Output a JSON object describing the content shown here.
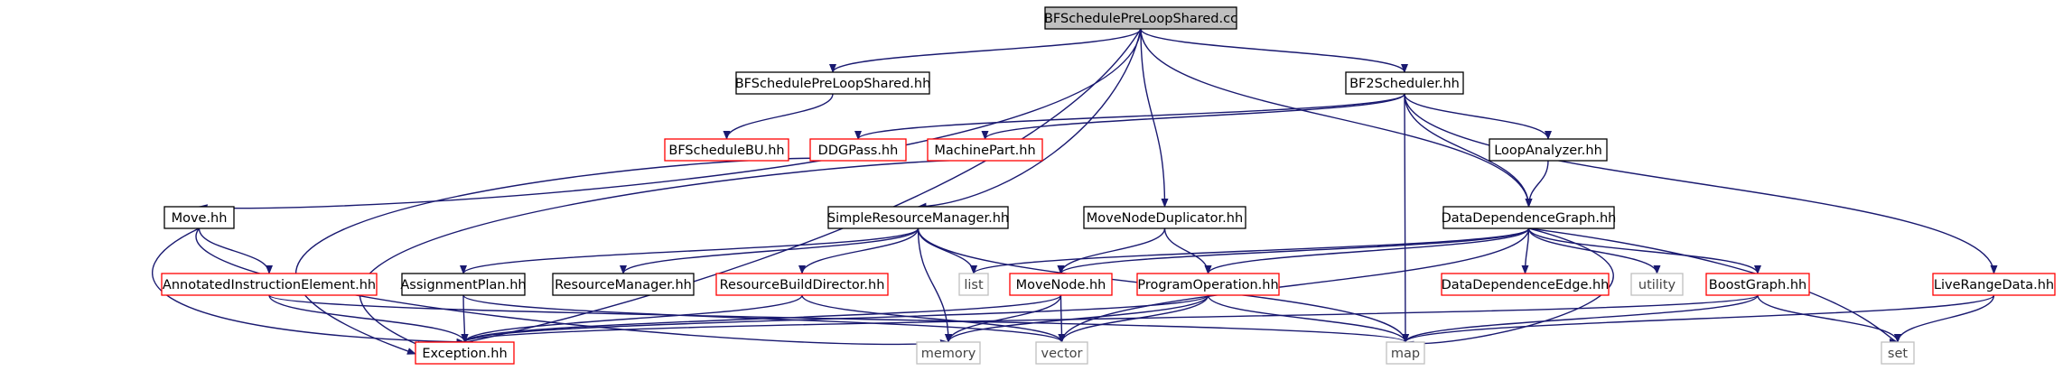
{
  "colors": {
    "root_fill": "#bfbfbf",
    "normal_border": "#000000",
    "truncated_border": "#ff0000",
    "system_border": "#bfbfbf",
    "edge": "#191970"
  },
  "nodes": [
    {
      "id": "root",
      "label": "BFSchedulePreLoopShared.cc",
      "kind": "root"
    },
    {
      "id": "bfsplsh",
      "label": "BFSchedulePreLoopShared.hh",
      "kind": "normal"
    },
    {
      "id": "bf2s",
      "label": "BF2Scheduler.hh",
      "kind": "normal"
    },
    {
      "id": "bfsbu",
      "label": "BFScheduleBU.hh",
      "kind": "truncated"
    },
    {
      "id": "ddgpass",
      "label": "DDGPass.hh",
      "kind": "truncated"
    },
    {
      "id": "machinepart",
      "label": "MachinePart.hh",
      "kind": "truncated"
    },
    {
      "id": "loopan",
      "label": "LoopAnalyzer.hh",
      "kind": "normal"
    },
    {
      "id": "movehh",
      "label": "Move.hh",
      "kind": "normal"
    },
    {
      "id": "srm",
      "label": "SimpleResourceManager.hh",
      "kind": "normal"
    },
    {
      "id": "mnd",
      "label": "MoveNodeDuplicator.hh",
      "kind": "normal"
    },
    {
      "id": "ddg",
      "label": "DataDependenceGraph.hh",
      "kind": "normal"
    },
    {
      "id": "aie",
      "label": "AnnotatedInstructionElement.hh",
      "kind": "truncated"
    },
    {
      "id": "ap",
      "label": "AssignmentPlan.hh",
      "kind": "normal"
    },
    {
      "id": "rm",
      "label": "ResourceManager.hh",
      "kind": "normal"
    },
    {
      "id": "rbd",
      "label": "ResourceBuildDirector.hh",
      "kind": "truncated"
    },
    {
      "id": "list",
      "label": "list",
      "kind": "system"
    },
    {
      "id": "movenode",
      "label": "MoveNode.hh",
      "kind": "truncated"
    },
    {
      "id": "progop",
      "label": "ProgramOperation.hh",
      "kind": "truncated"
    },
    {
      "id": "dde",
      "label": "DataDependenceEdge.hh",
      "kind": "truncated"
    },
    {
      "id": "utility",
      "label": "utility",
      "kind": "system"
    },
    {
      "id": "boostg",
      "label": "BoostGraph.hh",
      "kind": "truncated"
    },
    {
      "id": "lrd",
      "label": "LiveRangeData.hh",
      "kind": "truncated"
    },
    {
      "id": "exc",
      "label": "Exception.hh",
      "kind": "truncated"
    },
    {
      "id": "memory",
      "label": "memory",
      "kind": "system"
    },
    {
      "id": "vector",
      "label": "vector",
      "kind": "system"
    },
    {
      "id": "map",
      "label": "map",
      "kind": "system"
    },
    {
      "id": "set",
      "label": "set",
      "kind": "system"
    }
  ],
  "edges": [
    [
      "root",
      "bfsplsh"
    ],
    [
      "root",
      "bf2s"
    ],
    [
      "root",
      "ddg"
    ],
    [
      "root",
      "movehh"
    ],
    [
      "root",
      "srm"
    ],
    [
      "root",
      "mnd"
    ],
    [
      "root",
      "exc"
    ],
    [
      "bfsplsh",
      "bfsbu"
    ],
    [
      "bf2s",
      "ddgpass"
    ],
    [
      "bf2s",
      "machinepart"
    ],
    [
      "bf2s",
      "loopan"
    ],
    [
      "bf2s",
      "ddg"
    ],
    [
      "bf2s",
      "map"
    ],
    [
      "bf2s",
      "lrd"
    ],
    [
      "ddgpass",
      "exc"
    ],
    [
      "machinepart",
      "exc"
    ],
    [
      "loopan",
      "ddg"
    ],
    [
      "movehh",
      "aie"
    ],
    [
      "movehh",
      "exc"
    ],
    [
      "movehh",
      "memory"
    ],
    [
      "srm",
      "ap"
    ],
    [
      "srm",
      "rm"
    ],
    [
      "srm",
      "rbd"
    ],
    [
      "srm",
      "list"
    ],
    [
      "srm",
      "memory"
    ],
    [
      "srm",
      "map"
    ],
    [
      "mnd",
      "movenode"
    ],
    [
      "mnd",
      "progop"
    ],
    [
      "ddg",
      "list"
    ],
    [
      "ddg",
      "movenode"
    ],
    [
      "ddg",
      "progop"
    ],
    [
      "ddg",
      "dde"
    ],
    [
      "ddg",
      "utility"
    ],
    [
      "ddg",
      "boostg"
    ],
    [
      "ddg",
      "vector"
    ],
    [
      "ddg",
      "map"
    ],
    [
      "ddg",
      "set"
    ],
    [
      "aie",
      "exc"
    ],
    [
      "aie",
      "map"
    ],
    [
      "ap",
      "exc"
    ],
    [
      "ap",
      "vector"
    ],
    [
      "rbd",
      "exc"
    ],
    [
      "rbd",
      "vector"
    ],
    [
      "movenode",
      "exc"
    ],
    [
      "movenode",
      "memory"
    ],
    [
      "movenode",
      "vector"
    ],
    [
      "progop",
      "exc"
    ],
    [
      "progop",
      "memory"
    ],
    [
      "progop",
      "vector"
    ],
    [
      "progop",
      "map"
    ],
    [
      "boostg",
      "exc"
    ],
    [
      "boostg",
      "map"
    ],
    [
      "boostg",
      "set"
    ],
    [
      "lrd",
      "map"
    ],
    [
      "lrd",
      "set"
    ]
  ]
}
